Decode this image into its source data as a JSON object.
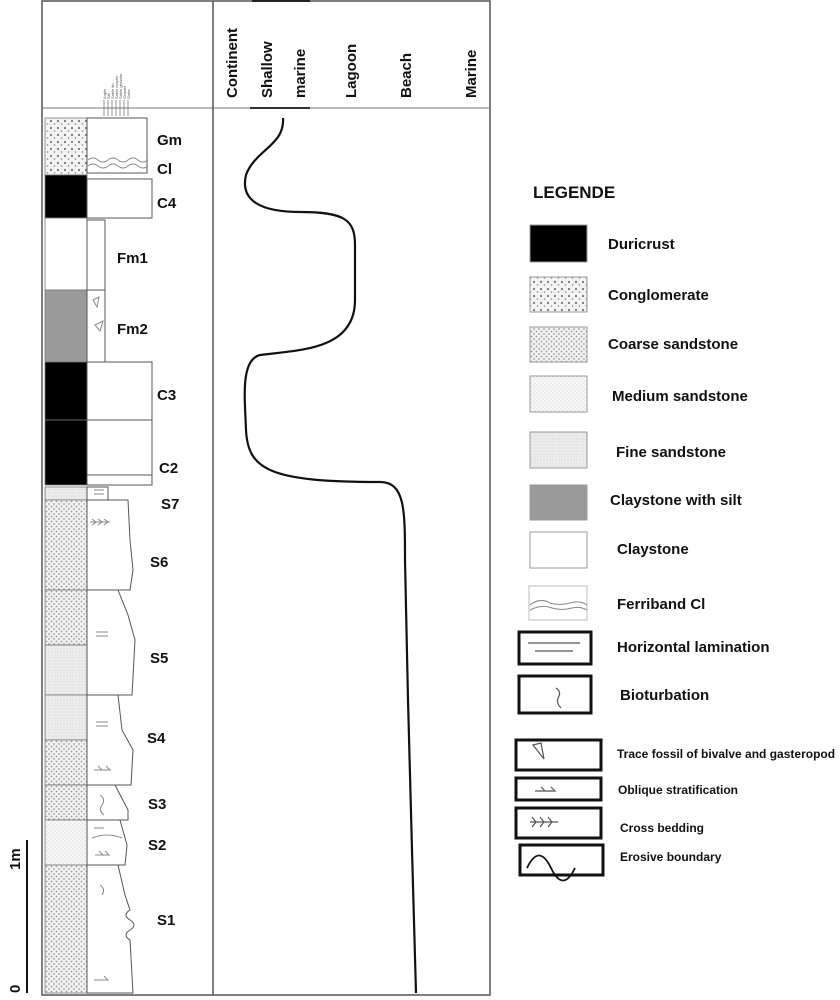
{
  "header": {
    "grain_size_labels": [
      "Argile",
      "Silt",
      "Sable fin",
      "Sable moyen",
      "Sable grossier",
      "Gravier",
      "Galet"
    ],
    "environments": [
      "Continent",
      "Shallow",
      "marine",
      "Lagoon",
      "Beach",
      "Marine"
    ]
  },
  "units": [
    "Gm",
    "Cl",
    "C4",
    "Fm1",
    "Fm2",
    "C3",
    "C2",
    "S7",
    "S6",
    "S5",
    "S4",
    "S3",
    "S2",
    "S1"
  ],
  "scale": {
    "top_label": "1m",
    "bottom_label": "0"
  },
  "legend": {
    "title": "LEGENDE",
    "items": [
      "Duricrust",
      "Conglomerate",
      "Coarse sandstone",
      "Medium sandstone",
      "Fine sandstone",
      "Claystone with silt",
      "Claystone",
      "Ferriband Cl",
      "Horizontal lamination",
      "Bioturbation",
      "Trace fossil of bivalve and gasteropod",
      "Oblique stratification",
      "Cross bedding",
      "Erosive boundary"
    ]
  },
  "colors": {
    "duricrust": "#000000",
    "claystone_silt": "#9a9a9a",
    "frame": "#555555"
  }
}
